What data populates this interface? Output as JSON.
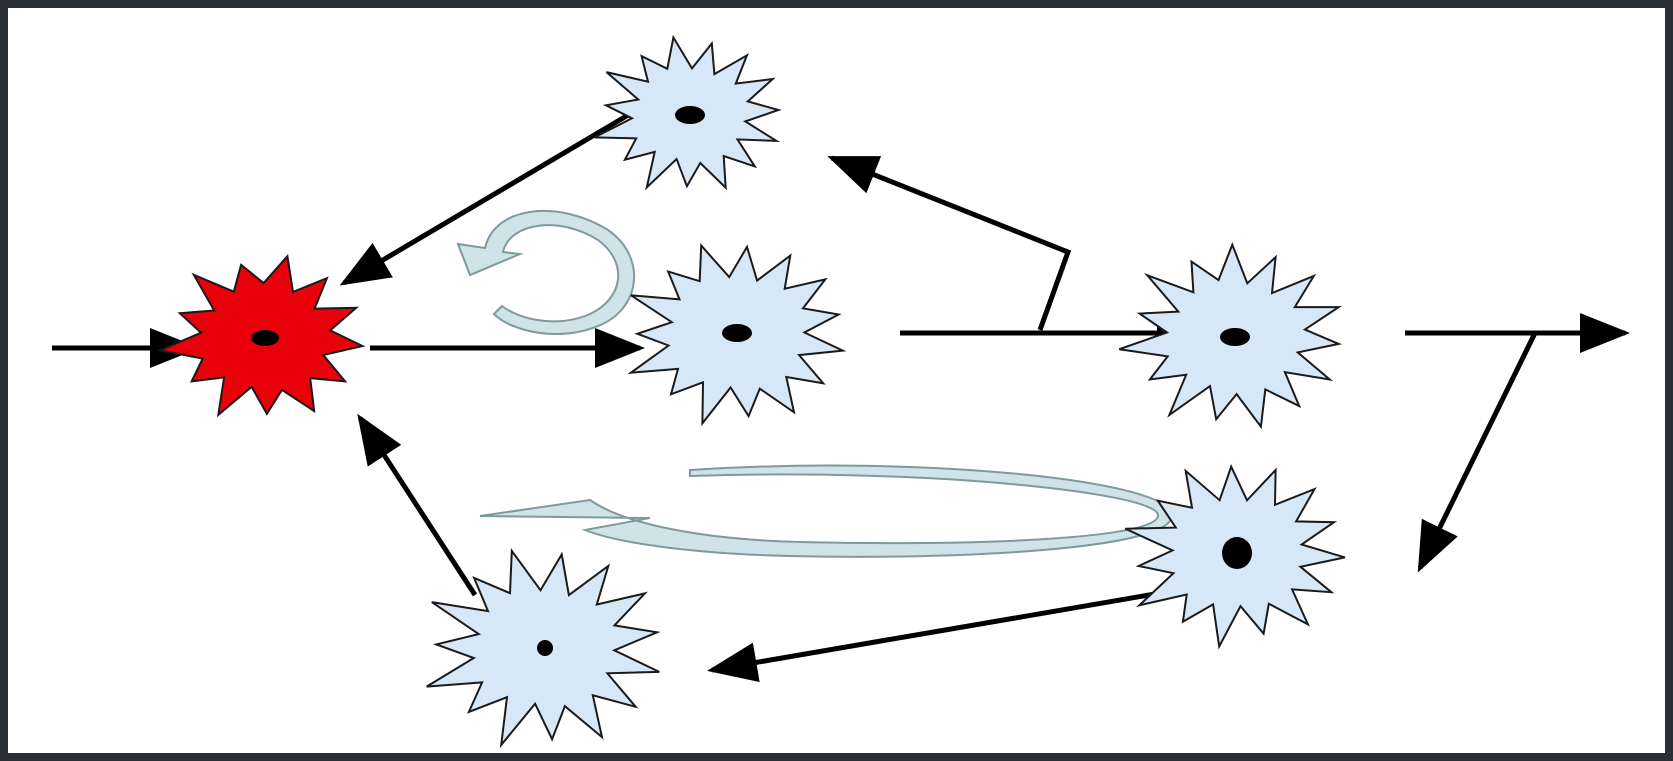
{
  "colors": {
    "frame": "#2b3036",
    "canvas": "#ffffff",
    "cell_fill": "#d6e8f7",
    "active_cell_fill": "#e8000b",
    "outline": "#1a1a1a",
    "nucleus": "#000000",
    "arrow": "#000000",
    "cycle_arrow_fill": "#cfe3e8",
    "cycle_arrow_stroke": "#7f9a9c"
  },
  "cells": [
    {
      "id": "cell-red",
      "state": "active"
    },
    {
      "id": "cell-top",
      "state": "resting"
    },
    {
      "id": "cell-middle",
      "state": "resting"
    },
    {
      "id": "cell-right",
      "state": "resting"
    },
    {
      "id": "cell-lower-right",
      "state": "resting"
    },
    {
      "id": "cell-bottom",
      "state": "resting"
    }
  ],
  "connections": [
    {
      "from": "input",
      "to": "cell-red"
    },
    {
      "from": "cell-red",
      "to": "cell-middle"
    },
    {
      "from": "cell-middle",
      "to": "cell-right"
    },
    {
      "from": "cell-middle",
      "to": "cell-top"
    },
    {
      "from": "cell-top",
      "to": "cell-red"
    },
    {
      "from": "cell-right",
      "to": "output"
    },
    {
      "from": "cell-right",
      "to": "cell-lower-right"
    },
    {
      "from": "cell-lower-right",
      "to": "cell-bottom"
    },
    {
      "from": "cell-bottom",
      "to": "cell-red"
    }
  ],
  "cycle_arrows": [
    {
      "id": "small-loop",
      "direction": "counter-clockwise"
    },
    {
      "id": "large-loop",
      "direction": "counter-clockwise"
    }
  ]
}
